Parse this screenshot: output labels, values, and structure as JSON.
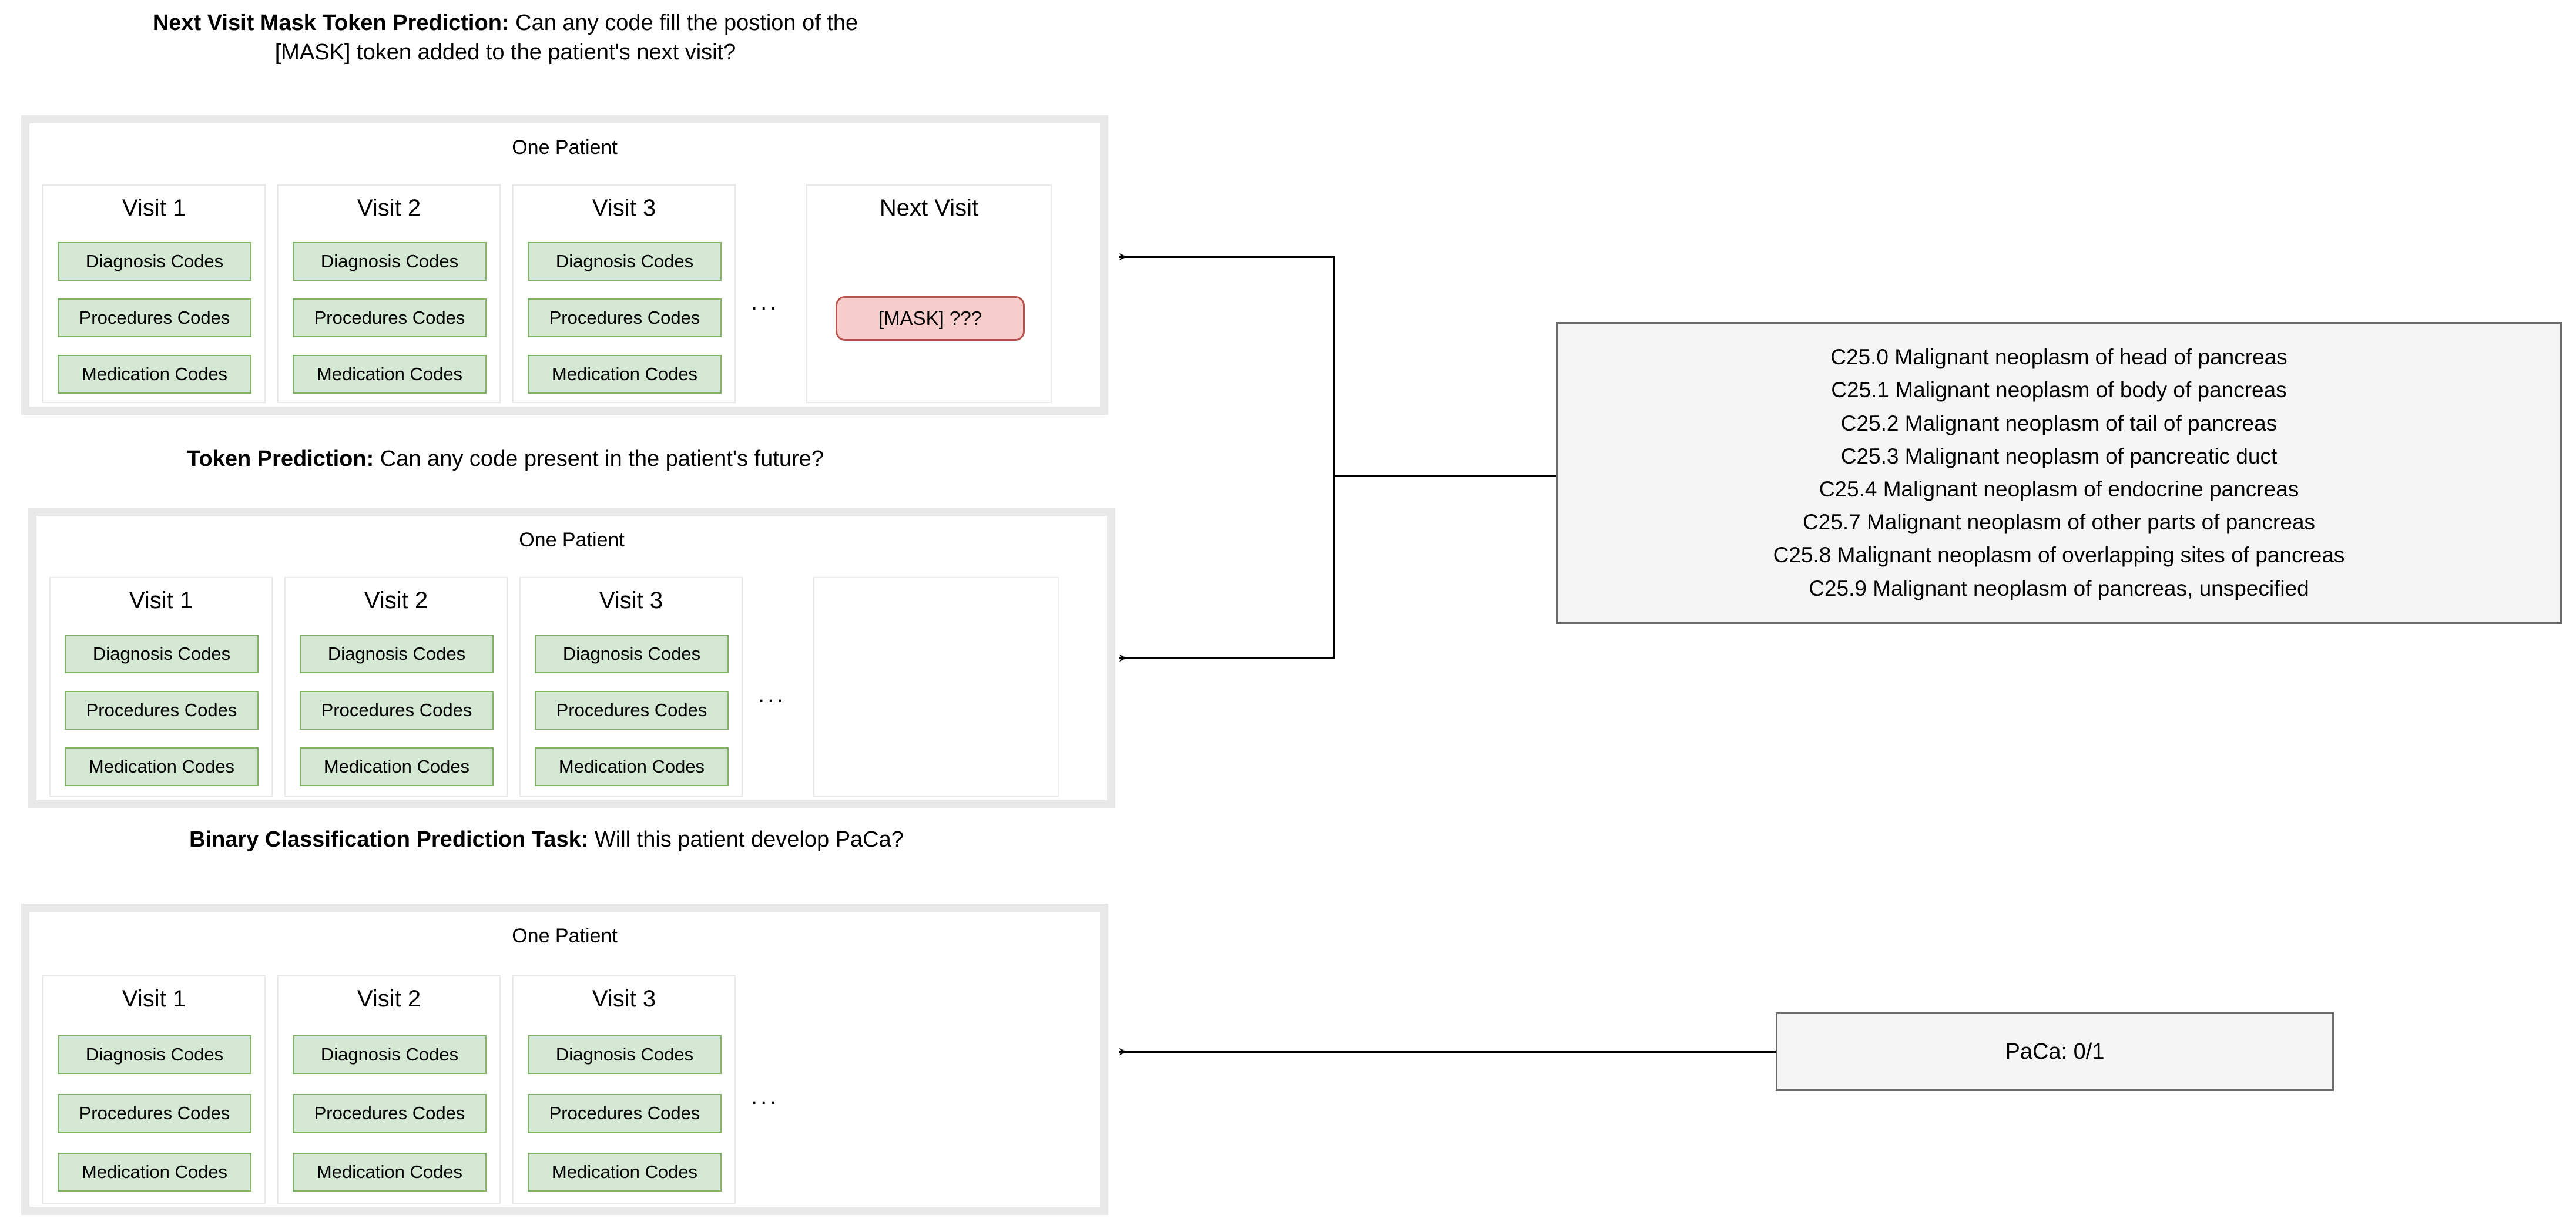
{
  "sections": [
    {
      "id": "next-visit-mask-token-prediction",
      "title_bold": "Next Visit Mask Token Prediction:",
      "title_rest_line1": " Can any code fill the postion of the",
      "title_line2": "[MASK] token added to the patient's next visit?",
      "patient_caption": "One Patient",
      "visits": [
        {
          "title": "Visit 1",
          "codes": [
            "Diagnosis Codes",
            "Procedures Codes",
            "Medication Codes"
          ]
        },
        {
          "title": "Visit 2",
          "codes": [
            "Diagnosis Codes",
            "Procedures Codes",
            "Medication Codes"
          ]
        },
        {
          "title": "Visit 3",
          "codes": [
            "Diagnosis Codes",
            "Procedures Codes",
            "Medication Codes"
          ]
        }
      ],
      "ellipsis": "...",
      "next_visit": {
        "title": "Next Visit",
        "mask_label": "[MASK] ???"
      }
    },
    {
      "id": "token-prediction",
      "title_bold": "Token Prediction:",
      "title_rest_line1": " Can any code present in the patient's future?",
      "patient_caption": "One Patient",
      "visits": [
        {
          "title": "Visit 1",
          "codes": [
            "Diagnosis Codes",
            "Procedures Codes",
            "Medication Codes"
          ]
        },
        {
          "title": "Visit 2",
          "codes": [
            "Diagnosis Codes",
            "Procedures Codes",
            "Medication Codes"
          ]
        },
        {
          "title": "Visit 3",
          "codes": [
            "Diagnosis Codes",
            "Procedures Codes",
            "Medication Codes"
          ]
        }
      ],
      "ellipsis": "...",
      "empty_column": true
    },
    {
      "id": "binary-classification-prediction-task",
      "title_bold": "Binary Classification Prediction Task:",
      "title_rest_line1": " Will this patient develop PaCa?",
      "patient_caption": "One Patient",
      "visits": [
        {
          "title": "Visit 1",
          "codes": [
            "Diagnosis Codes",
            "Procedures Codes",
            "Medication Codes"
          ]
        },
        {
          "title": "Visit 2",
          "codes": [
            "Diagnosis Codes",
            "Procedures Codes",
            "Medication Codes"
          ]
        },
        {
          "title": "Visit 3",
          "codes": [
            "Diagnosis Codes",
            "Procedures Codes",
            "Medication Codes"
          ]
        }
      ],
      "ellipsis": "..."
    }
  ],
  "icd_box": {
    "lines": [
      "C25.0 Malignant neoplasm of head of pancreas",
      "C25.1 Malignant neoplasm of body of pancreas",
      "C25.2 Malignant neoplasm of tail of pancreas",
      "C25.3 Malignant neoplasm of pancreatic duct",
      "C25.4 Malignant neoplasm of endocrine pancreas",
      "C25.7 Malignant neoplasm of other parts of pancreas",
      "C25.8 Malignant neoplasm of overlapping sites of pancreas",
      "C25.9 Malignant neoplasm of pancreas, unspecified"
    ]
  },
  "paca_box": {
    "label": "PaCa: 0/1"
  },
  "colors": {
    "code_fill": "#d5e8d4",
    "code_border": "#82b366",
    "mask_fill": "#f8cecc",
    "mask_border": "#b85450",
    "panel_frame": "#e8e8e8",
    "grey_box_fill": "#f5f5f5",
    "grey_box_border": "#6a6a6a",
    "connector": "#000000"
  }
}
